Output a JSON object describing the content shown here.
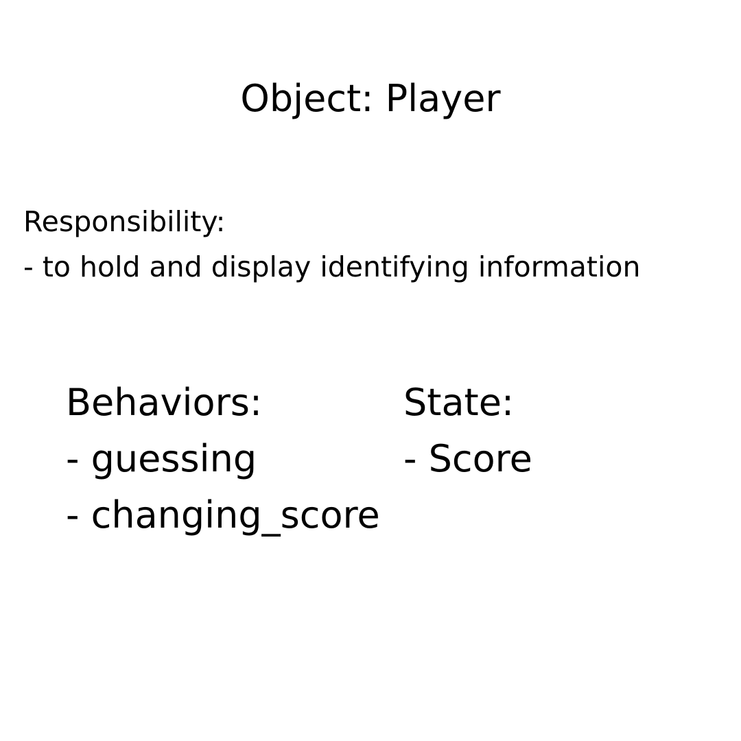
{
  "title": "Object: Player",
  "responsibility": {
    "heading": "Responsibility:",
    "items": [
      "- to hold and display identifying information"
    ]
  },
  "behaviors": {
    "heading": "Behaviors:",
    "items": [
      "- guessing",
      "- changing_score"
    ]
  },
  "state": {
    "heading": "State:",
    "items": [
      "- Score"
    ]
  }
}
